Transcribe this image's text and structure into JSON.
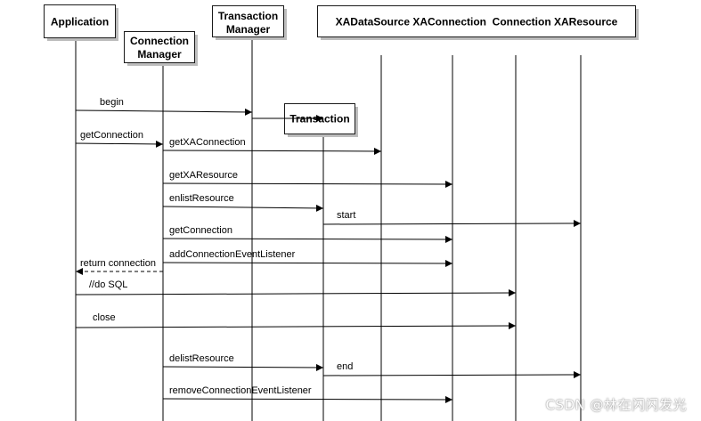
{
  "participants": {
    "application": "Application",
    "connection_manager": [
      "Connection",
      "Manager"
    ],
    "transaction_manager": [
      "Transaction",
      "Manager"
    ],
    "transaction": "Transaction",
    "resources_header": "XADataSource XAConnection  Connection XAResource"
  },
  "messages": [
    {
      "label": "begin",
      "from": "application",
      "to": "transaction_manager",
      "dashed": false
    },
    {
      "label": "",
      "from": "transaction_manager",
      "to": "transaction",
      "dashed": false
    },
    {
      "label": "getConnection",
      "from": "application",
      "to": "connection_manager",
      "dashed": false
    },
    {
      "label": "getXAConnection",
      "from": "connection_manager",
      "to": "xadatasource",
      "dashed": false
    },
    {
      "label": "getXAResource",
      "from": "connection_manager",
      "to": "xaconnection",
      "dashed": false
    },
    {
      "label": "enlistResource",
      "from": "connection_manager",
      "to": "transaction",
      "dashed": false
    },
    {
      "label": "start",
      "from": "transaction",
      "to": "xaresource",
      "dashed": false
    },
    {
      "label": "getConnection",
      "from": "connection_manager",
      "to": "xaconnection",
      "dashed": false
    },
    {
      "label": "addConnectionEventListener",
      "from": "connection_manager",
      "to": "xaconnection",
      "dashed": false
    },
    {
      "label": "return connection",
      "from": "connection_manager",
      "to": "application",
      "dashed": true
    },
    {
      "label": "//do SQL",
      "from": "application",
      "to": "connection",
      "dashed": false
    },
    {
      "label": "close",
      "from": "application",
      "to": "connection",
      "dashed": false
    },
    {
      "label": "delistResource",
      "from": "connection_manager",
      "to": "transaction",
      "dashed": false
    },
    {
      "label": "end",
      "from": "transaction",
      "to": "xaresource",
      "dashed": false
    },
    {
      "label": "removeConnectionEventListener",
      "from": "connection_manager",
      "to": "xaconnection",
      "dashed": false
    }
  ],
  "watermark": "CSDN @林在闪闪发光"
}
